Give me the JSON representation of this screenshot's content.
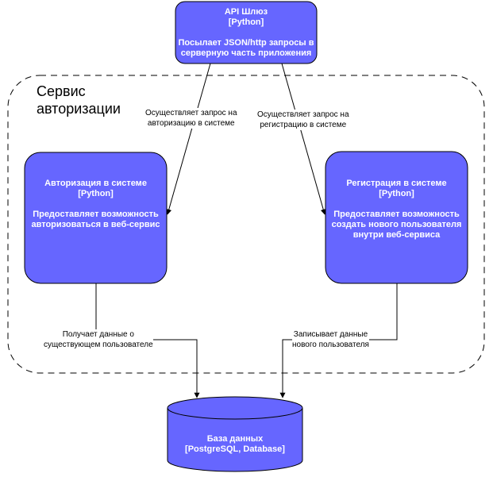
{
  "boundary": {
    "title_line1": "Сервис",
    "title_line2": "авторизации"
  },
  "nodes": {
    "api_gateway": {
      "name": "API Шлюз",
      "tech": "[Python]",
      "desc_line1": "Посылает JSON/http запросы в",
      "desc_line2": "серверную часть приложения"
    },
    "auth": {
      "name": "Авторизация в системе",
      "tech": "[Python]",
      "desc_line1": "Предоставляет возможность",
      "desc_line2": "авторизоваться в веб-сервис"
    },
    "register": {
      "name": "Регистрация в системе",
      "tech": "[Python]",
      "desc_line1": "Предоставляет возможность",
      "desc_line2": "создать нового пользователя",
      "desc_line3": "внутри веб-сервиса"
    },
    "database": {
      "name": "База данных",
      "tech": "[PostgreSQL, Database]"
    }
  },
  "edges": {
    "gw_to_auth": {
      "line1": "Осуществляет запрос на",
      "line2": "авторизацию в системе"
    },
    "gw_to_register": {
      "line1": "Осуществляет запрос на",
      "line2": "регистрацию в системе"
    },
    "auth_to_db": {
      "line1": "Получает данные о",
      "line2": "существующем пользователе"
    },
    "register_to_db": {
      "line1": "Записывает данные",
      "line2": "нового пользователя"
    }
  },
  "colors": {
    "node_fill": "#6666ff",
    "node_stroke": "#000000",
    "text": "#ffffff"
  }
}
